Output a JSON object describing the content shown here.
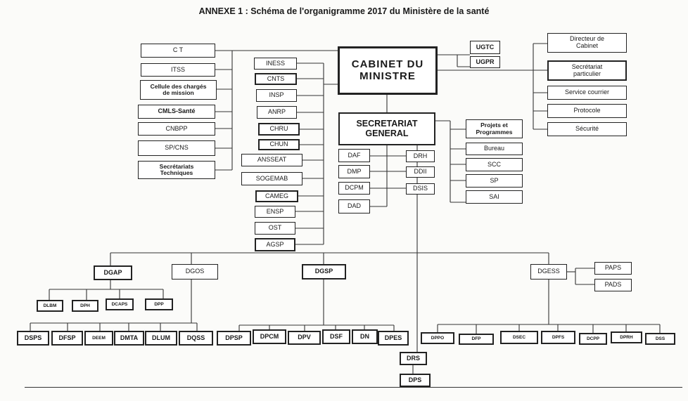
{
  "title": "ANNEXE 1 : Schéma de l'organigramme 2017 du Ministère de la santé",
  "nodes": {
    "cabinet": "CABINET DU\nMINISTRE",
    "sg": "SECRETARIAT\nGENERAL",
    "ct": "C T",
    "itss": "ITSS",
    "cellule": "Cellule des chargés\nde mission",
    "cmls": "CMLS-Santé",
    "cnbpp": "CNBPP",
    "spcns": "SP/CNS",
    "sectech": "Secrétariats\nTechniques",
    "iness": "INESS",
    "cnts": "CNTS",
    "insp": "INSP",
    "anrp": "ANRP",
    "chru": "CHRU",
    "chun": "CHUN",
    "ansseat": "ANSSEAT",
    "sogemab": "SOGEMAB",
    "cameg": "CAMEG",
    "ensp": "ENSP",
    "ost": "OST",
    "agsp": "AGSP",
    "ugtc": "UGTC",
    "ugpr": "UGPR",
    "dircab": "Directeur de\nCabinet",
    "secpart": "Secrétariat\nparticulier",
    "courrier": "Service courrier",
    "protocole": "Protocole",
    "securite": "Sécurité",
    "projets": "Projets et\nProgrammes",
    "bureau": "Bureau",
    "scc": "SCC",
    "sp": "SP",
    "sai": "SAI",
    "daf": "DAF",
    "drh": "DRH",
    "dmp": "DMP",
    "ddii": "DDII",
    "dcpm": "DCPM",
    "dsis": "DSIS",
    "dad": "DAD",
    "dgap": "DGAP",
    "dgos": "DGOS",
    "dgsp": "DGSP",
    "dgess": "DGESS",
    "paps": "PAPS",
    "pads": "PADS",
    "dlbm": "DLBM",
    "dph": "DPH",
    "dcaps": "DCAPS",
    "dpp": "DPP",
    "dsps": "DSPS",
    "dfsp": "DFSP",
    "deem": "DEEM",
    "dmta": "DMTA",
    "dlum": "DLUM",
    "dqss": "DQSS",
    "dpsp": "DPSP",
    "dpcm": "DPCM",
    "dpv": "DPV",
    "dsf": "DSF",
    "dn": "DN",
    "dpes": "DPES",
    "drs": "DRS",
    "dps": "DPS",
    "dppo": "DPPO",
    "dfp": "DFP",
    "dsec": "DSEC",
    "dpfs": "DPFS",
    "dcpp": "DCPP",
    "dprh": "DPRH",
    "dss": "DSS"
  }
}
